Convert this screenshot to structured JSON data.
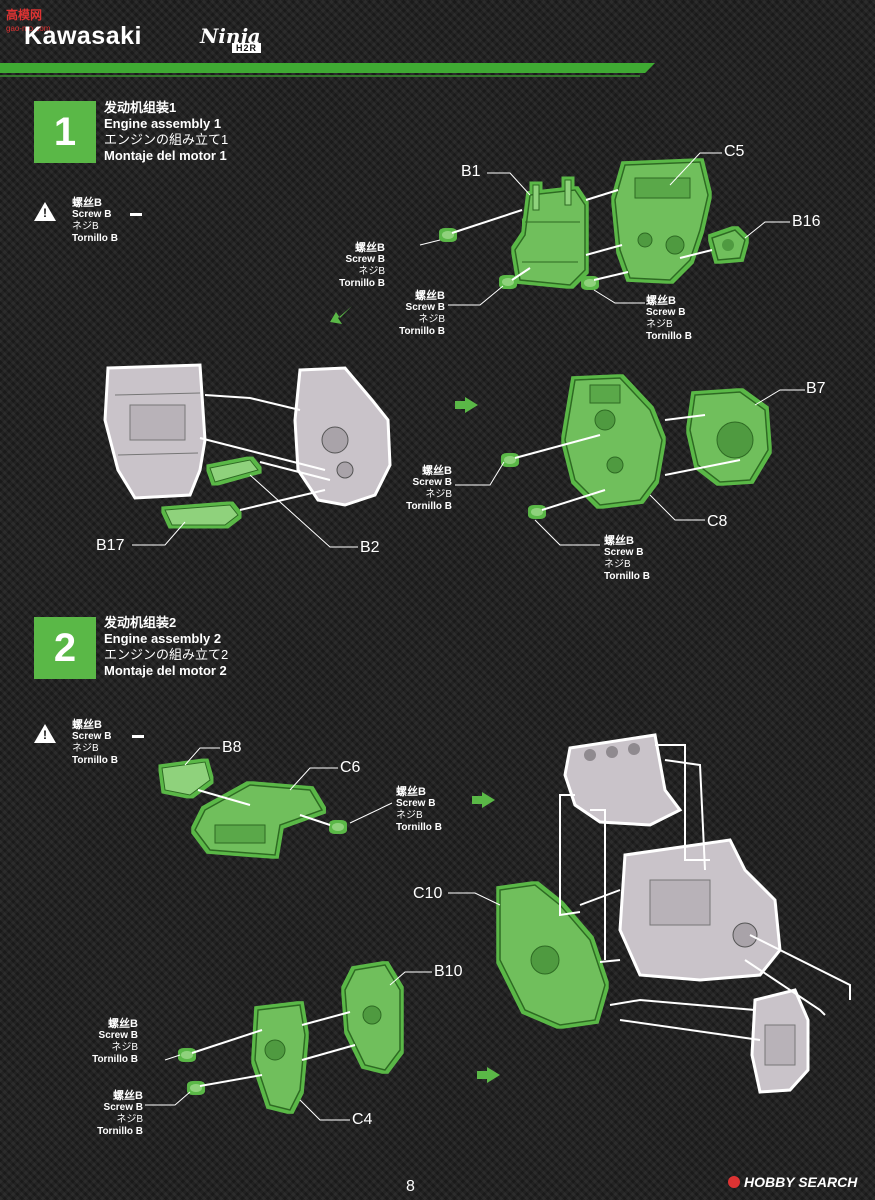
{
  "header": {
    "watermark": "高模网",
    "watermark_sub": "gao-mo.com",
    "brand": "Kawasaki",
    "model_script": "Ninja",
    "model_badge": "H2R"
  },
  "steps": [
    {
      "number": "1",
      "title_cn": "发动机组装1",
      "title_en": "Engine assembly 1",
      "title_jp": "エンジンの組み立て1",
      "title_es": "Montaje del motor 1",
      "warning": {
        "t": "螺丝B",
        "en": "Screw B",
        "jp": "ネジB",
        "es": "Tornillo B"
      }
    },
    {
      "number": "2",
      "title_cn": "发动机组装2",
      "title_en": "Engine assembly 2",
      "title_jp": "エンジンの組み立て2",
      "title_es": "Montaje del motor 2",
      "warning": {
        "t": "螺丝B",
        "en": "Screw B",
        "jp": "ネジB",
        "es": "Tornillo B"
      }
    }
  ],
  "screw": {
    "t": "螺丝B",
    "en": "Screw B",
    "jp": "ネジB",
    "es": "Tornillo B"
  },
  "parts": {
    "b1": "B1",
    "c5": "C5",
    "b16": "B16",
    "b7": "B7",
    "c8": "C8",
    "b17": "B17",
    "b2": "B2",
    "b8": "B8",
    "c6": "C6",
    "c10": "C10",
    "b10": "B10",
    "c4": "C4"
  },
  "footer": {
    "page": "8",
    "source": "HOBBY SEARCH"
  },
  "colors": {
    "accent": "#5ab847",
    "part_green": "#7bc86a",
    "part_grey": "#c9c3c9"
  }
}
